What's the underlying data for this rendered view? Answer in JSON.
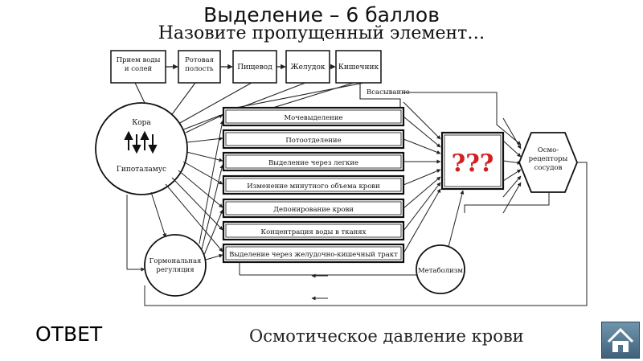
{
  "slide": {
    "title": "Выделение – 6 баллов",
    "subtitle": "Назовите пропущенный элемент…"
  },
  "diagram": {
    "top_boxes": [
      "Прием воды и солей",
      "Ротовая полость",
      "Пищевод",
      "Желудок",
      "Кишечник"
    ],
    "absorption_label": "Всасывание",
    "brain": {
      "top": "Кора",
      "bottom": "Гипоталамус"
    },
    "hormonal": "Гормональная регуляция",
    "processes": [
      "Мочевыделение",
      "Потоотделение",
      "Выделение через легкие",
      "Изменение минутного объема крови",
      "Депонирование крови",
      "Концентрация воды в тканях",
      "Выделение через желудочно-кишечный тракт"
    ],
    "unknown": "???",
    "receptors": "Осмо-рецепторы сосудов",
    "metabolism": "Метаболизм"
  },
  "answer": {
    "label": "ОТВЕТ",
    "text": "Осмотическое давление крови"
  },
  "colors": {
    "unknown_text": "#d21f1f",
    "home_button": "#4f7590"
  }
}
